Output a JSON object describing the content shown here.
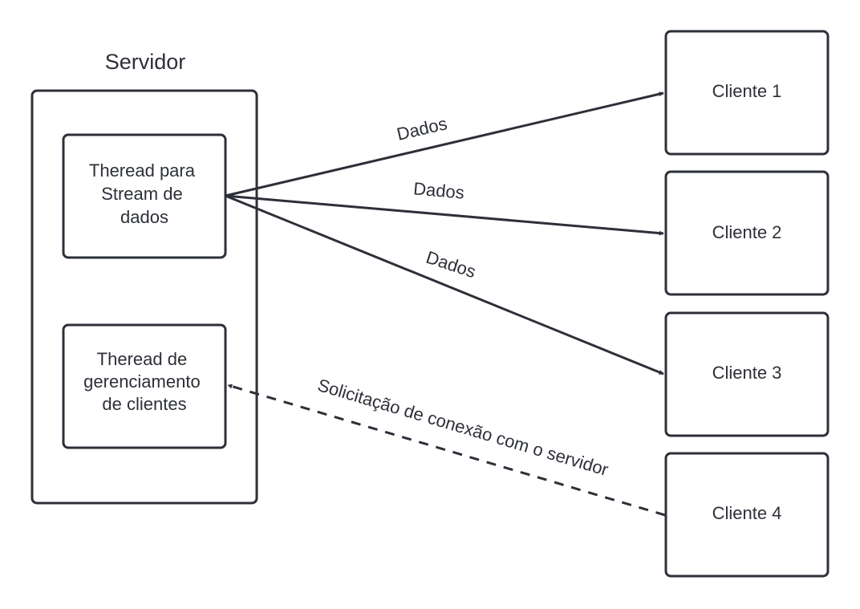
{
  "server": {
    "title": "Servidor",
    "threads": [
      {
        "lines": [
          "Theread para",
          "Stream de",
          "dados"
        ]
      },
      {
        "lines": [
          "Theread de",
          "gerenciamento",
          "de clientes"
        ]
      }
    ]
  },
  "clients": [
    {
      "label": "Cliente 1"
    },
    {
      "label": "Cliente 2"
    },
    {
      "label": "Cliente 3"
    },
    {
      "label": "Cliente 4"
    }
  ],
  "edges": {
    "data_label": "Dados",
    "connection_label": "Solicitação de conexão com o servidor"
  },
  "colors": {
    "stroke": "#2d3039",
    "background": "#ffffff"
  }
}
